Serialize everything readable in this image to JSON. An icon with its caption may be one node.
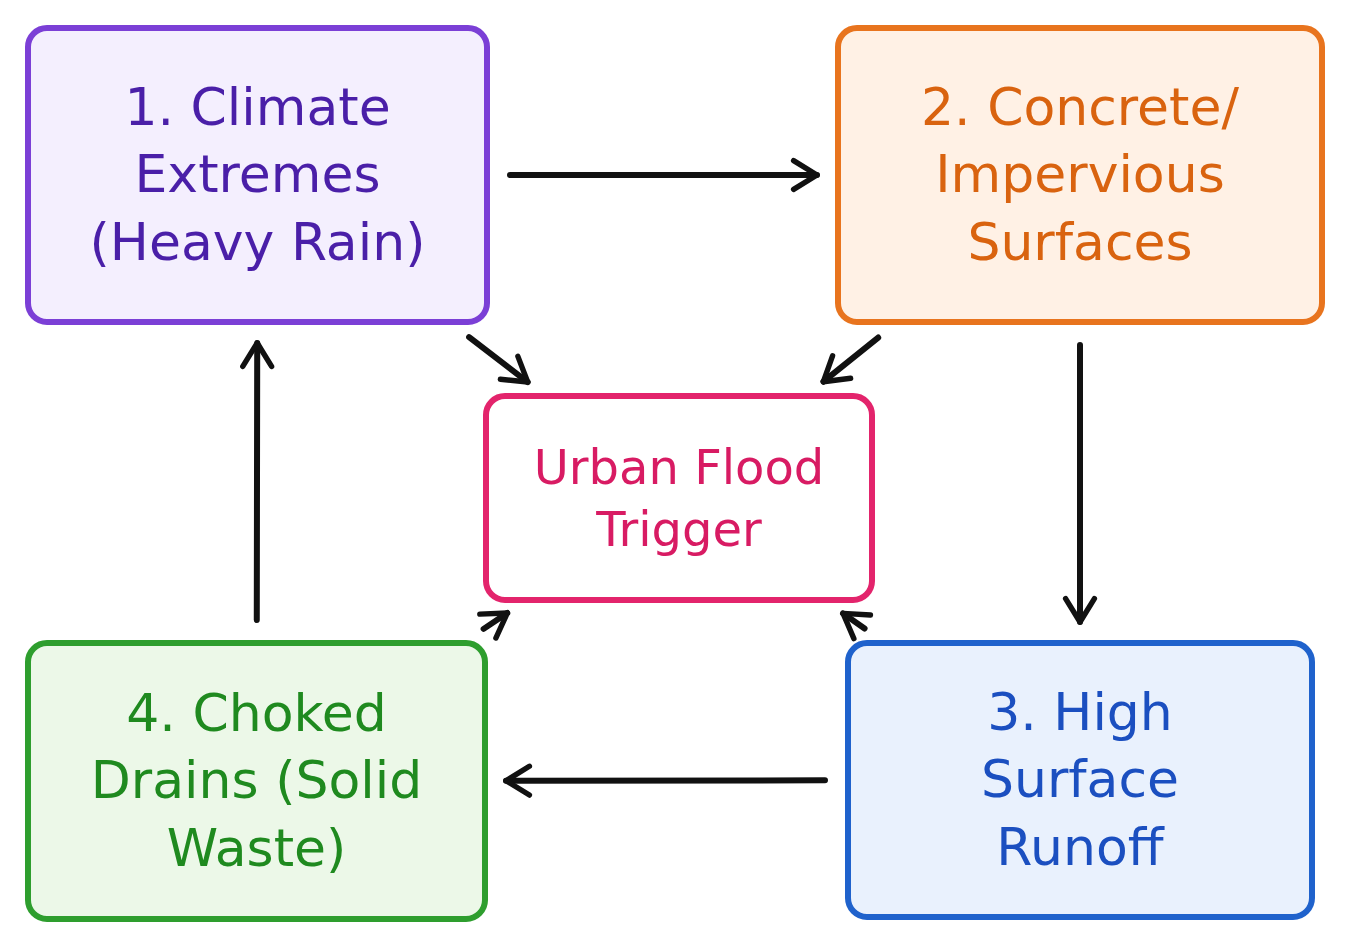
{
  "diagram": {
    "nodes": [
      {
        "text": [
          "1. Climate Extremes (Heavy Rain)"
        ]
      },
      {
        "text": [
          "2. Concrete/ Impervious Surfaces"
        ]
      },
      {
        "text": [
          "Urban Flood Trigger"
        ]
      },
      {
        "text": [
          "3. High Surface Runoff"
        ]
      },
      {
        "text": [
          "4. Choked Drains (Solid Waste)"
        ]
      }
    ],
    "edges": [
      {
        "from": 0,
        "to": 1,
        "arrow": "to"
      },
      {
        "from": 1,
        "to": 3,
        "arrow": "to"
      },
      {
        "from": 3,
        "to": 4,
        "arrow": "to"
      },
      {
        "from": 4,
        "to": 0,
        "arrow": "to"
      },
      {
        "from": 0,
        "to": 2,
        "arrow": "to"
      },
      {
        "from": 1,
        "to": 2,
        "arrow": "to"
      },
      {
        "from": 3,
        "to": 2,
        "arrow": "to"
      },
      {
        "from": 4,
        "to": 2,
        "arrow": "to"
      }
    ]
  }
}
